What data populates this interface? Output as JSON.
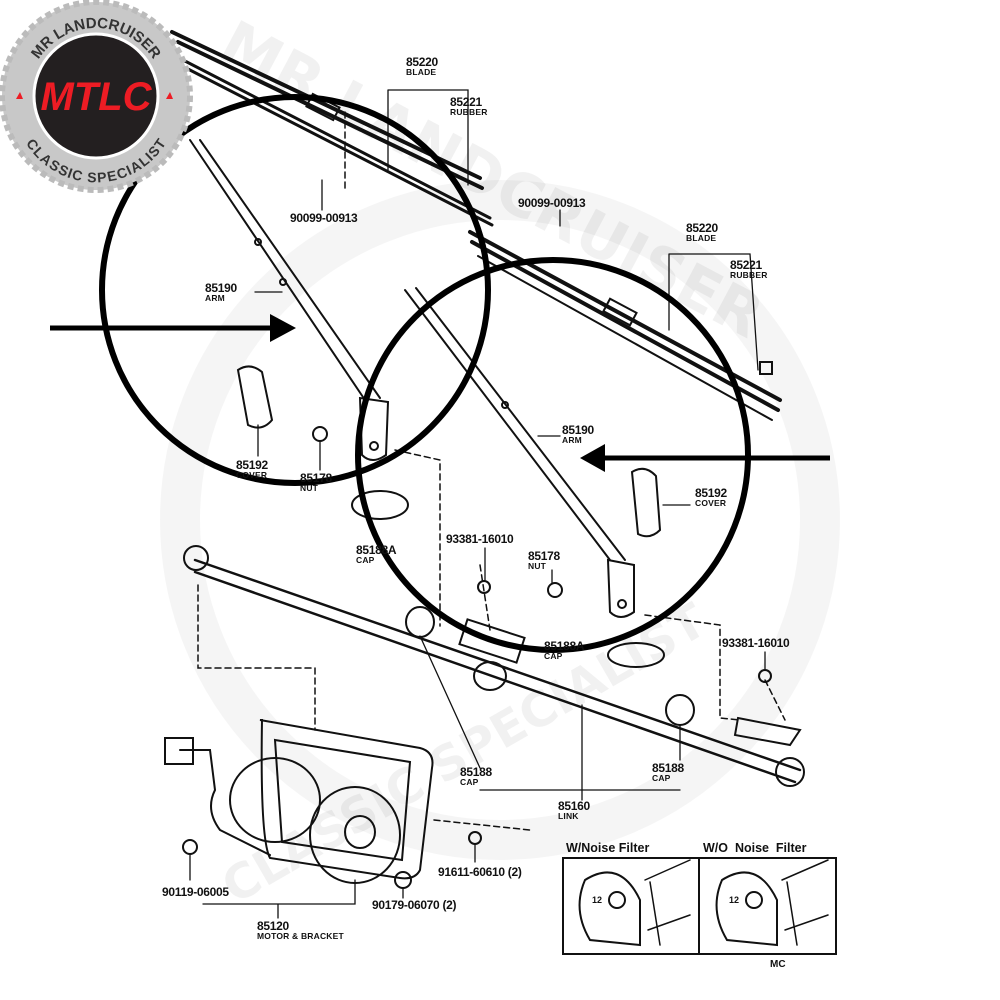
{
  "logo": {
    "top_text": "MR LANDCRUISER",
    "bottom_text": "CLASSIC SPECIALIST",
    "mark": "MTLC",
    "colors": {
      "ring": "#c8c8c8",
      "badge": "#231f20",
      "mark": "#ed1c24",
      "text": "#333333"
    }
  },
  "watermark": {
    "top_text": "MR LANDCRUISER",
    "bottom_text": "CLASSIC SPECIALIST"
  },
  "parts": [
    {
      "number": "85220",
      "name": "BLADE"
    },
    {
      "number": "85221",
      "name": "RUBBER"
    },
    {
      "number": "90099-00913"
    },
    {
      "number": "90099-00913"
    },
    {
      "number": "85220",
      "name": "BLADE"
    },
    {
      "number": "85221",
      "name": "RUBBER"
    },
    {
      "number": "85190",
      "name": "ARM"
    },
    {
      "number": "85190",
      "name": "ARM"
    },
    {
      "number": "85192",
      "name": "COVER"
    },
    {
      "number": "85178",
      "name": "NUT"
    },
    {
      "number": "85192",
      "name": "COVER"
    },
    {
      "number": "85188A",
      "name": "CAP"
    },
    {
      "number": "93381-16010"
    },
    {
      "number": "85178",
      "name": "NUT"
    },
    {
      "number": "85188A",
      "name": "CAP"
    },
    {
      "number": "93381-16010"
    },
    {
      "number": "85188",
      "name": "CAP"
    },
    {
      "number": "85188",
      "name": "CAP"
    },
    {
      "number": "85160",
      "name": "LINK"
    },
    {
      "number": "91611-60610 (2)"
    },
    {
      "number": "90119-06005"
    },
    {
      "number": "90179-06070 (2)"
    },
    {
      "number": "85120",
      "name": "MOTOR & BRACKET"
    }
  ],
  "inset": {
    "left_title": "W/Noise Filter",
    "right_title": "W/O  Noise  Filter",
    "code": "MC",
    "connector_label": "12"
  },
  "annotations": {
    "highlight_color": "#000000",
    "circles": 2,
    "arrows": 2
  }
}
